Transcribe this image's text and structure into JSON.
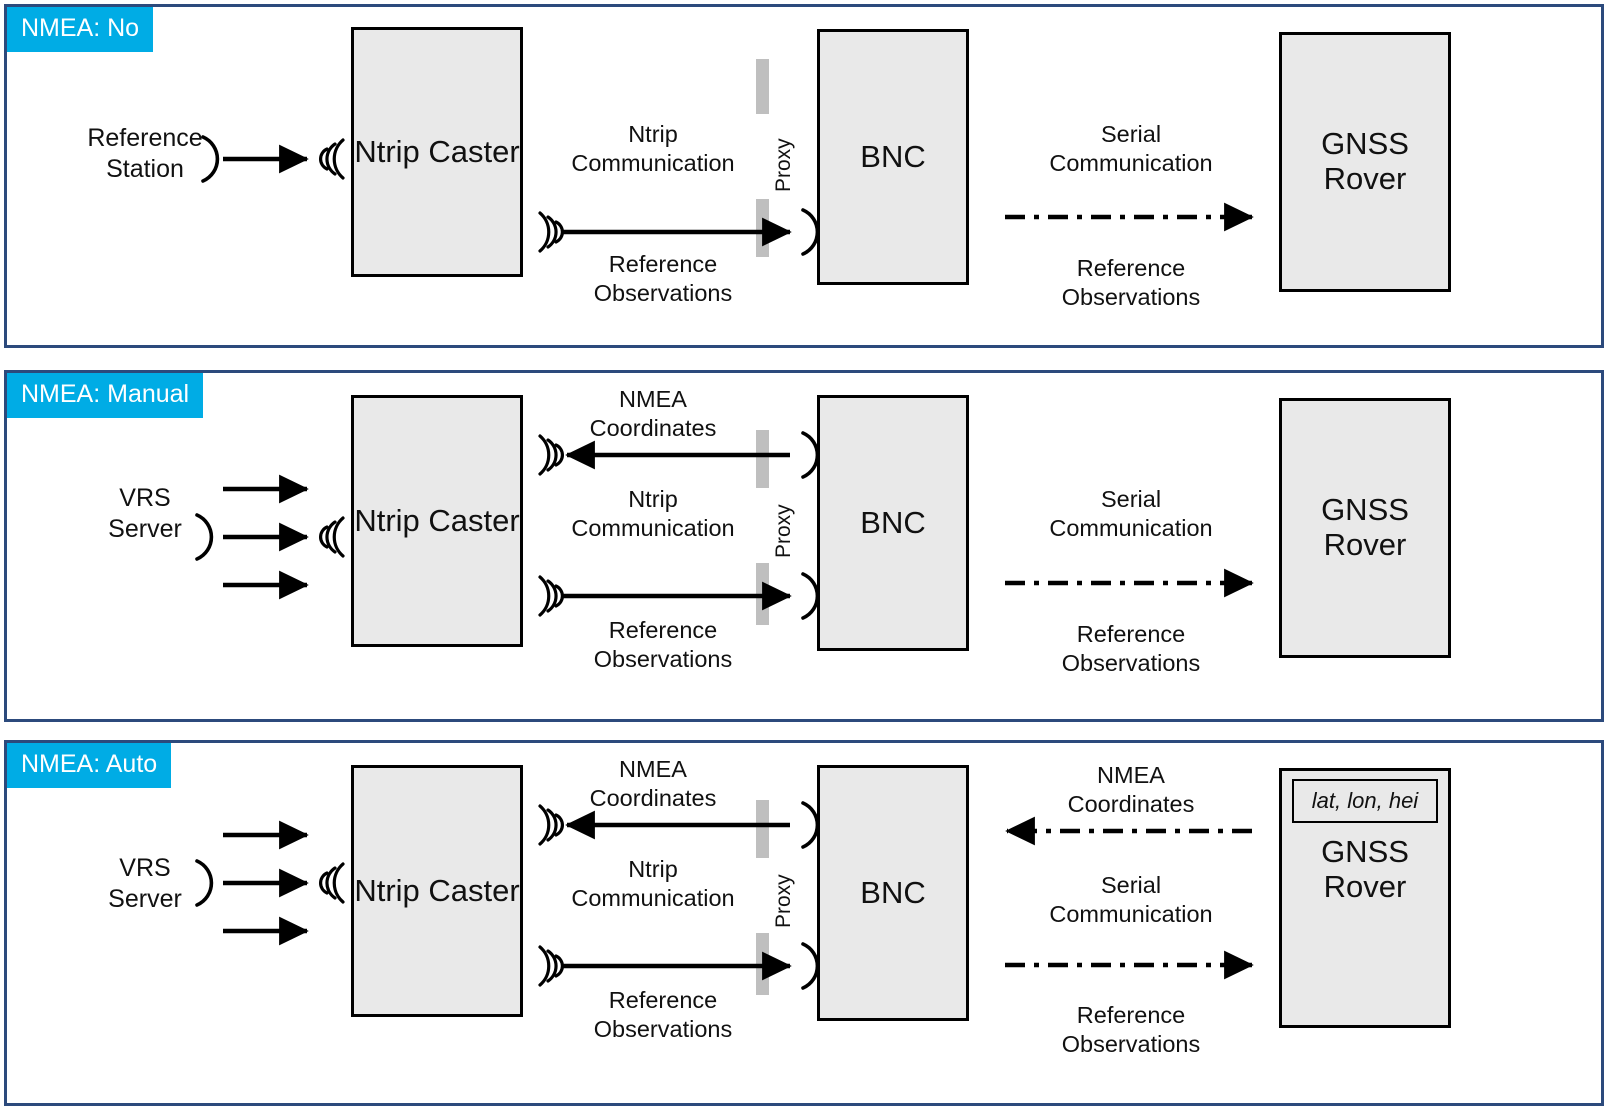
{
  "diagram": {
    "title_hidden": "",
    "colors": {
      "badge": "#00ace5",
      "panel_border": "#2c4a7c",
      "node_fill": "#e9e9e9",
      "proxy": "#bfbfbf",
      "line": "#000000"
    },
    "panels": [
      {
        "badge": "NMEA: No",
        "source": {
          "label": "Reference\nStation"
        },
        "nodes": {
          "caster": "Ntrip\nCaster",
          "bnc": "BNC",
          "rover": "GNSS\nRover"
        },
        "proxy_label": "Proxy",
        "labels": {
          "ntrip_comm": "Ntrip\nCommunication",
          "ref_obs_mid": "Reference\nObservations",
          "serial_comm": "Serial\nCommunication",
          "ref_obs_right": "Reference\nObservations"
        }
      },
      {
        "badge": "NMEA: Manual",
        "source": {
          "label": "VRS\nServer"
        },
        "nodes": {
          "caster": "Ntrip\nCaster",
          "bnc": "BNC",
          "rover": "GNSS\nRover"
        },
        "proxy_label": "Proxy",
        "labels": {
          "nmea_coords": "NMEA\nCoordinates",
          "ntrip_comm": "Ntrip\nCommunication",
          "ref_obs_mid": "Reference\nObservations",
          "serial_comm": "Serial\nCommunication",
          "ref_obs_right": "Reference\nObservations"
        }
      },
      {
        "badge": "NMEA: Auto",
        "source": {
          "label": "VRS\nServer"
        },
        "nodes": {
          "caster": "Ntrip\nCaster",
          "bnc": "BNC",
          "rover": "GNSS\nRover",
          "rover_coords": "lat, lon, hei"
        },
        "proxy_label": "Proxy",
        "labels": {
          "nmea_coords_left": "NMEA\nCoordinates",
          "ntrip_comm": "Ntrip\nCommunication",
          "ref_obs_mid": "Reference\nObservations",
          "nmea_coords_right": "NMEA\nCoordinates",
          "serial_comm": "Serial\nCommunication",
          "ref_obs_right": "Reference\nObservations"
        }
      }
    ]
  }
}
